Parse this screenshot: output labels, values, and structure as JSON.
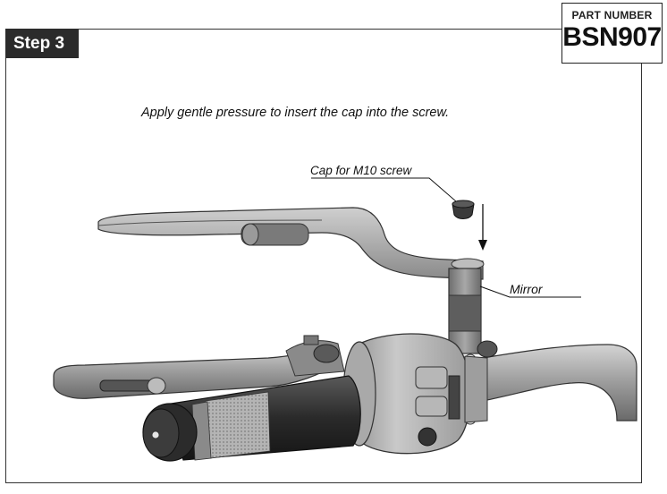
{
  "header": {
    "step_label": "Step 3",
    "part_number_label": "PART NUMBER",
    "part_number": "BSN907"
  },
  "instruction": "Apply gentle pressure to insert the cap into the screw.",
  "callouts": {
    "cap": "Cap for M10 screw",
    "mirror": "Mirror"
  },
  "colors": {
    "border": "#333333",
    "badge_bg": "#2b2b2b",
    "badge_text": "#ffffff"
  }
}
